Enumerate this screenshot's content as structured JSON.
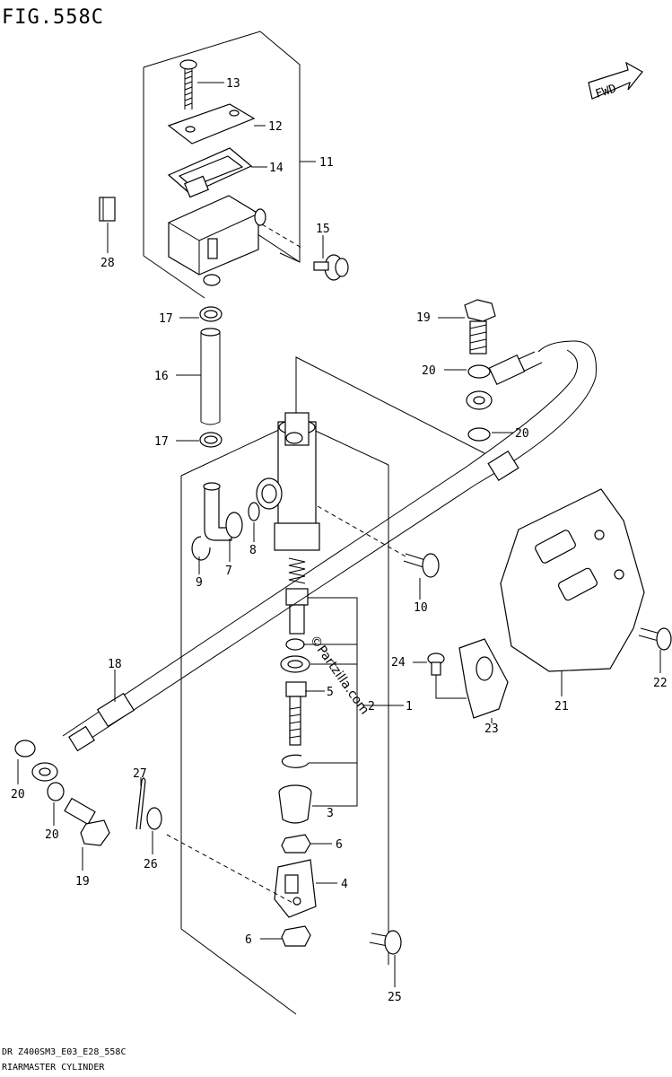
{
  "figure": {
    "title": "FIG.558C",
    "code": "DR Z400SM3_E03_E28_558C",
    "caption": "RIARMASTER CYLINDER",
    "watermark": "©Partzilla.com",
    "fwd_label": "FWD"
  },
  "callouts": {
    "c13": "13",
    "c12": "12",
    "c14": "14",
    "c11": "11",
    "c15": "15",
    "c28": "28",
    "c17a": "17",
    "c16": "16",
    "c17b": "17",
    "c19a": "19",
    "c20a": "20",
    "c20b": "20",
    "c9": "9",
    "c7": "7",
    "c8": "8",
    "c10": "10",
    "c5": "5",
    "c2": "2",
    "c1": "1",
    "c3": "3",
    "c6a": "6",
    "c4": "4",
    "c6b": "6",
    "c25": "25",
    "c18": "18",
    "c20c": "20",
    "c20d": "20",
    "c19b": "19",
    "c27": "27",
    "c26": "26",
    "c24": "24",
    "c23": "23",
    "c21": "21",
    "c22": "22"
  }
}
